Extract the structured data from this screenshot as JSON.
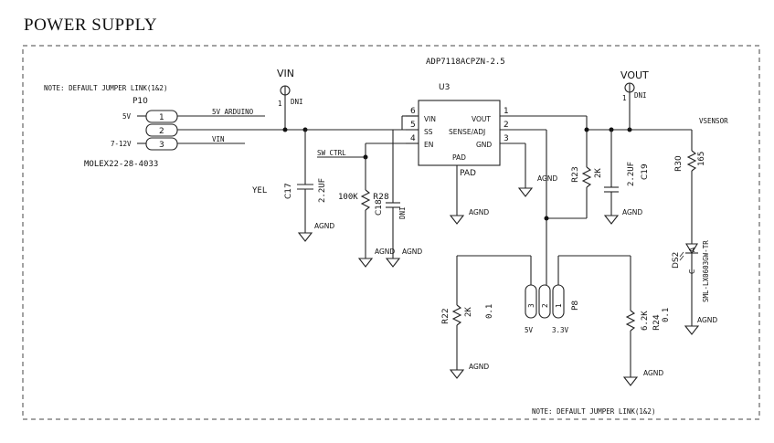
{
  "title": "POWER SUPPLY",
  "notes": {
    "top_left": "NOTE: DEFAULT JUMPER LINK(1&2)",
    "bottom_right": "NOTE: DEFAULT JUMPER LINK(1&2)"
  },
  "connector_p10": {
    "ref": "P10",
    "part": "MOLEX22-28-4033",
    "pins": [
      "1",
      "2",
      "3"
    ],
    "left_labels": [
      "5V",
      "7-12V"
    ],
    "nets": [
      "5V_ARDUINO",
      "VIN"
    ],
    "extra": "YEL"
  },
  "nets": {
    "vin": "VIN",
    "vout": "VOUT",
    "vsensor": "VSENSOR",
    "sw_ctrl": "SW_CTRL",
    "agnd": "AGND",
    "dni": "DNI",
    "pad": "PAD"
  },
  "test_points": {
    "vin_pin": "1",
    "vout_pin": "1"
  },
  "u3": {
    "ref": "U3",
    "part": "ADP7118ACPZN-2.5",
    "left_pins": [
      {
        "num": "6",
        "name": "VIN"
      },
      {
        "num": "5",
        "name": "SS"
      },
      {
        "num": "4",
        "name": "EN"
      }
    ],
    "right_pins": [
      {
        "num": "1",
        "name": "VOUT"
      },
      {
        "num": "2",
        "name": "SENSE/ADJ"
      },
      {
        "num": "3",
        "name": "GND"
      }
    ],
    "bottom_pin": "PAD"
  },
  "components": {
    "c17": {
      "ref": "C17",
      "value": "2.2UF"
    },
    "r28": {
      "ref": "R28",
      "value": "100K"
    },
    "c18": {
      "ref": "C18",
      "value": "DNI"
    },
    "r23": {
      "ref": "R23",
      "value": "2K"
    },
    "c19": {
      "ref": "C19",
      "value": "2.2UF"
    },
    "r30": {
      "ref": "R30",
      "value": "165"
    },
    "ds2": {
      "ref": "DS2",
      "part": "SML-LX0603GW-TR",
      "anode": "A",
      "cathode": "C"
    },
    "r22": {
      "ref": "R22",
      "value": "2K",
      "tol": "0.1"
    },
    "r24": {
      "ref": "R24",
      "value": "6.2K",
      "tol": "0.1"
    }
  },
  "jumper_p8": {
    "ref": "P8",
    "pins": [
      "3",
      "2",
      "1"
    ],
    "labels": [
      "5V",
      "3.3V"
    ]
  },
  "colors": {
    "wire": "#222222",
    "border": "#444444",
    "background": "#ffffff"
  }
}
